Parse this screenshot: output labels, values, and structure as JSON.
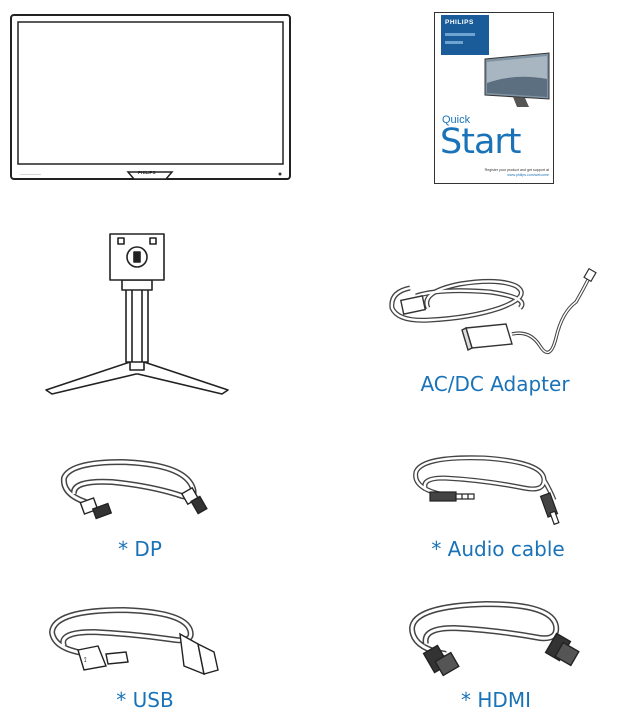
{
  "booklet": {
    "brand": "PHILIPS",
    "quick": "Quick",
    "start": "Start",
    "register_text": "Register your product and get support at",
    "register_url": "www.philips.com/welcome"
  },
  "monitor": {
    "brand": "PHILIPS"
  },
  "captions": {
    "adapter": "AC/DC Adapter",
    "dp": "* DP",
    "audio": "* Audio cable",
    "usb": "* USB",
    "hdmi": "* HDMI"
  },
  "colors": {
    "caption": "#1a73b8",
    "booklet_header": "#1a5c9a",
    "outline": "#222222"
  }
}
